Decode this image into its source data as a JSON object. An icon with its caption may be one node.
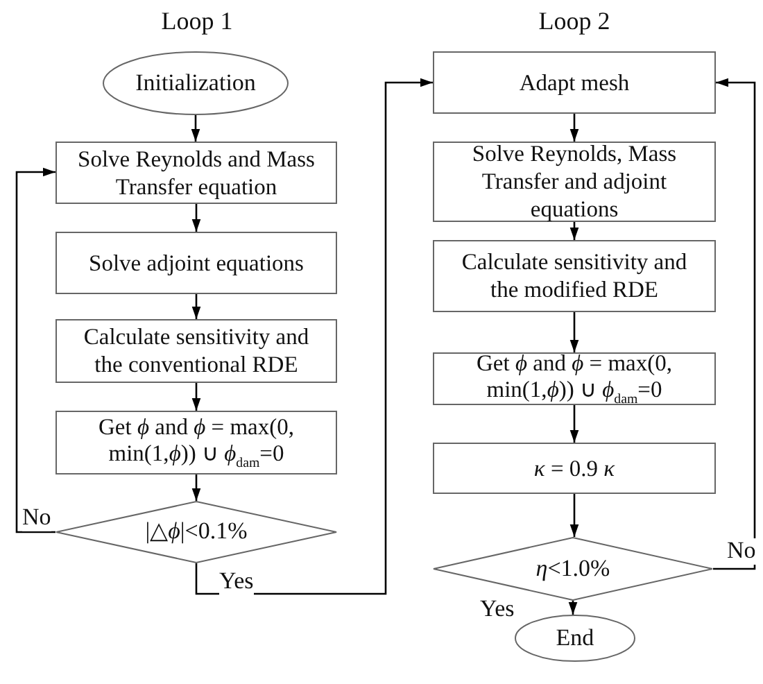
{
  "diagram": {
    "nodes": [
      {
        "text": [
          "Initialization"
        ]
      },
      {
        "text": [
          "Solve Reynolds and Mass Transfer equation"
        ]
      },
      {
        "text": [
          "Solve adjoint equations"
        ]
      },
      {
        "text": [
          "Calculate sensitivity and the conventional RDE"
        ]
      },
      {
        "text": [
          "Get *ϕ* and *ϕ* = max(0, min(1,*ϕ*)) ∪ *ϕ*$_{dam}$=0"
        ]
      },
      {
        "text": [
          "|△*ϕ*|<0.1%"
        ]
      },
      {
        "text": [
          "Adapt mesh"
        ]
      },
      {
        "text": [
          "Solve Reynolds, Mass Transfer and adjoint equations"
        ]
      },
      {
        "text": [
          "Calculate sensitivity and the modified RDE"
        ]
      },
      {
        "text": [
          "Get *ϕ* and *ϕ* = max(0, min(1,*ϕ*)) ∪ *ϕ*$_{dam}$=0"
        ]
      },
      {
        "text": [
          "*κ* = 0.9 *κ*"
        ]
      },
      {
        "text": [
          "*η*<1.0%"
        ]
      },
      {
        "text": [
          "End"
        ]
      }
    ],
    "edges": [
      {
        "from": 0,
        "to": 1,
        "arrow": "to"
      },
      {
        "from": 1,
        "to": 2,
        "arrow": "to"
      },
      {
        "from": 2,
        "to": 3,
        "arrow": "to"
      },
      {
        "from": 3,
        "to": 4,
        "arrow": "to"
      },
      {
        "from": 4,
        "to": 5,
        "arrow": "to"
      },
      {
        "from": 5,
        "to": 1,
        "arrow": "to",
        "label": "No"
      },
      {
        "from": 5,
        "to": 6,
        "arrow": "to",
        "label": "Yes"
      },
      {
        "from": 6,
        "to": 7,
        "arrow": "to"
      },
      {
        "from": 7,
        "to": 8,
        "arrow": "to"
      },
      {
        "from": 8,
        "to": 9,
        "arrow": "to"
      },
      {
        "from": 9,
        "to": 10,
        "arrow": "to"
      },
      {
        "from": 10,
        "to": 11,
        "arrow": "to"
      },
      {
        "from": 11,
        "to": 6,
        "arrow": "to",
        "label": "No"
      },
      {
        "from": 11,
        "to": 12,
        "arrow": "to",
        "label": "Yes"
      }
    ],
    "labels": [
      "Loop 1",
      "Loop 2"
    ]
  }
}
